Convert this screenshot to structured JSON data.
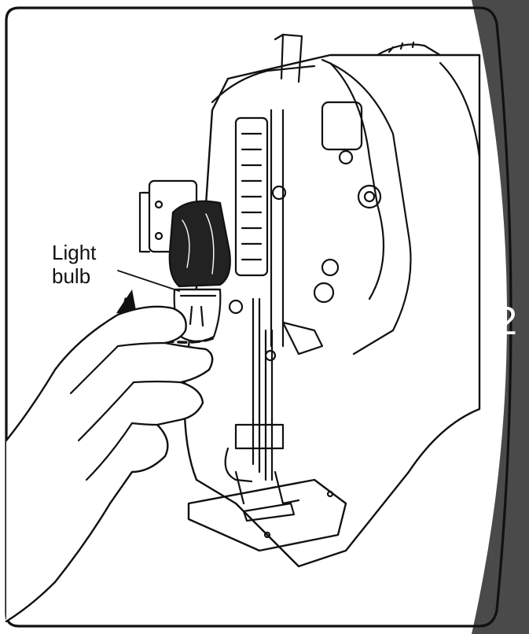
{
  "illustration": {
    "subject": "sewing-machine-needle-area-light-bulb-replacement",
    "callout_line1": "Light",
    "callout_line2": "bulb"
  },
  "chapter_tab": {
    "number": "2",
    "color": "#4a4a4a"
  }
}
